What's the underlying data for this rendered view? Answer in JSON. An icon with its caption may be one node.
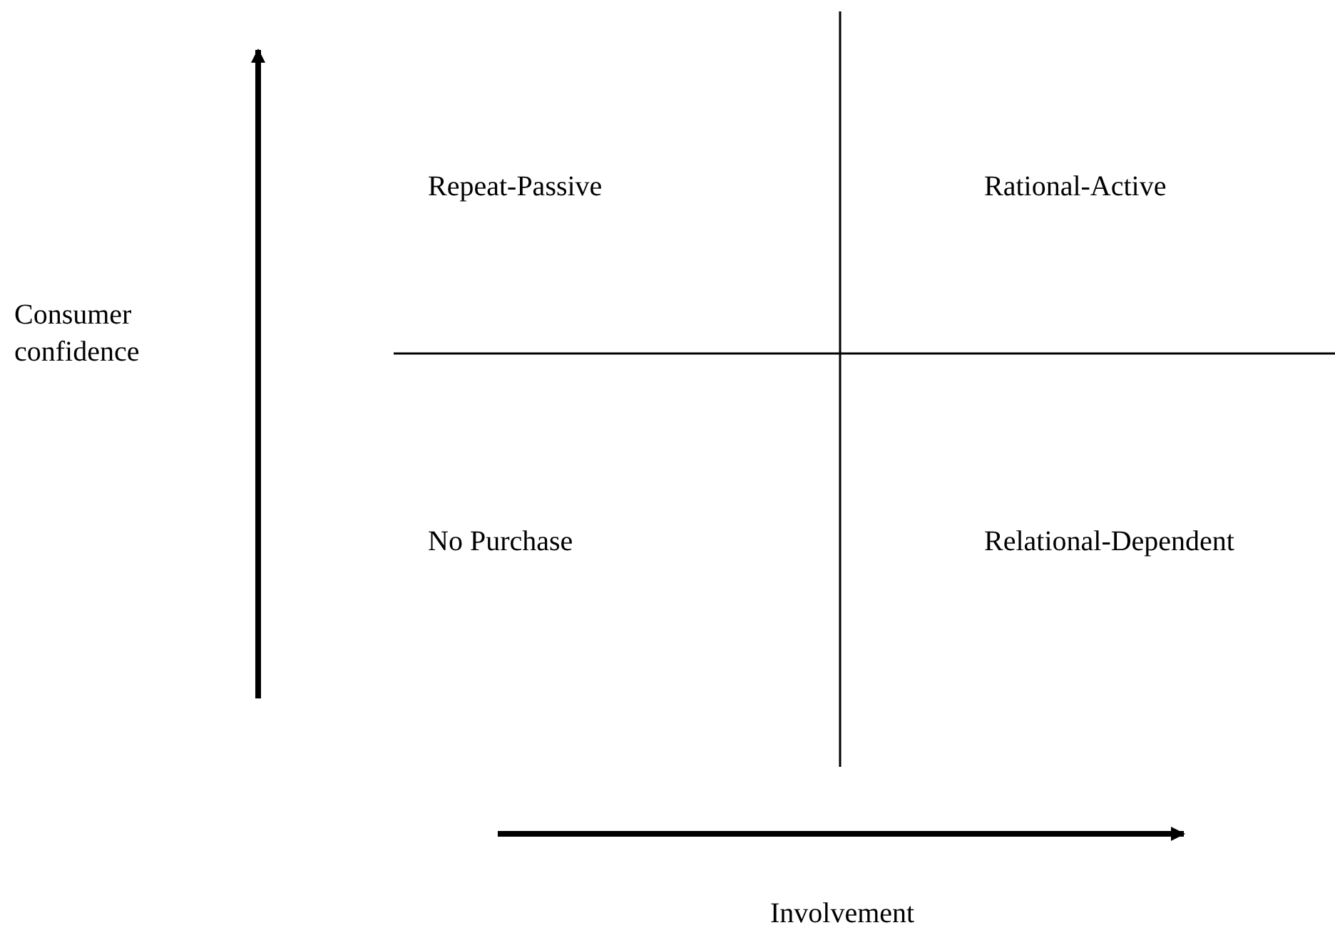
{
  "diagram": {
    "labels": [
      "Repeat-Passive",
      "Rational-Active",
      "Consumer confidence",
      "No Purchase",
      "Relational-Dependent",
      "Involvement"
    ]
  }
}
